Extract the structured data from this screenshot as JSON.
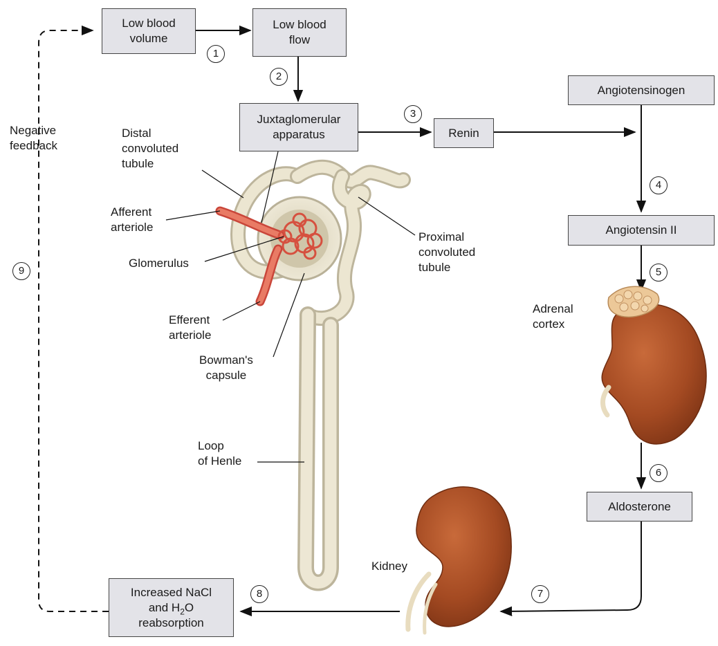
{
  "boxes": {
    "low_blood_volume": [
      "Low blood",
      "volume"
    ],
    "low_blood_flow": [
      "Low blood",
      "flow"
    ],
    "juxtaglomerular": [
      "Juxtaglomerular",
      "apparatus"
    ],
    "renin": "Renin",
    "angiotensinogen": "Angiotensinogen",
    "angiotensin_ii": "Angiotensin II",
    "aldosterone": "Aldosterone",
    "reabsorption": {
      "line1": "Increased NaCl",
      "line2_prefix": "and H",
      "line2_sub": "2",
      "line2_suffix": "O",
      "line3": "reabsorption"
    }
  },
  "steps": [
    "1",
    "2",
    "3",
    "4",
    "5",
    "6",
    "7",
    "8",
    "9"
  ],
  "labels": {
    "negative_feedback": [
      "Negative",
      "feedback"
    ],
    "distal_tubule": [
      "Distal",
      "convoluted",
      "tubule"
    ],
    "afferent_arteriole": [
      "Afferent",
      "arteriole"
    ],
    "glomerulus": "Glomerulus",
    "efferent_arteriole": [
      "Efferent",
      "arteriole"
    ],
    "bowmans_capsule": [
      "Bowman's",
      "capsule"
    ],
    "proximal_tubule": [
      "Proximal",
      "convoluted",
      "tubule"
    ],
    "loop_of_henle": [
      "Loop",
      "of Henle"
    ],
    "adrenal_cortex": [
      "Adrenal",
      "cortex"
    ],
    "kidney": "Kidney"
  },
  "colors": {
    "box_fill": "#e3e3e8",
    "kidney": "#a04a22",
    "nephron": "#e6dfc8",
    "capillary": "#e0705a",
    "adrenal": "#e9c69a"
  }
}
